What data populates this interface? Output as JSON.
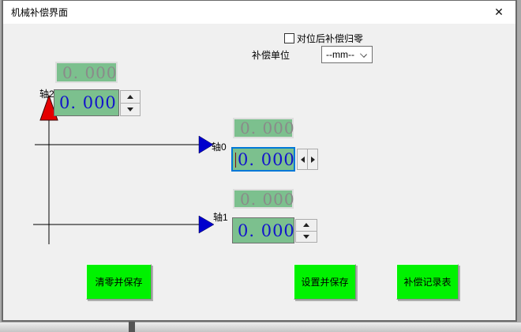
{
  "window": {
    "title": "机械补偿界面"
  },
  "icons": {
    "close": "✕"
  },
  "options": {
    "checkbox_label": "对位后补偿归零",
    "unit_label": "补偿单位",
    "unit_value": "--mm--"
  },
  "axes": {
    "axis2": {
      "label": "轴2",
      "readonly_value": "0. 000",
      "value": "0. 000"
    },
    "axis0": {
      "label": "轴0",
      "readonly_value": "0. 000",
      "value": "0. 000"
    },
    "axis1": {
      "label": "轴1",
      "readonly_value": "0. 000",
      "value": "0. 000"
    }
  },
  "buttons": {
    "clear_save": "清零并保存",
    "set_save": "设置并保存",
    "record_table": "补偿记录表"
  },
  "colors": {
    "field_green": "#7CC08E",
    "button_green": "#00F200",
    "value_blue": "#1212CC",
    "readonly_gray": "#8A8A8A",
    "focus_blue": "#0078D7",
    "arrow_red": "#E40000",
    "arrow_blue": "#0000CD"
  }
}
